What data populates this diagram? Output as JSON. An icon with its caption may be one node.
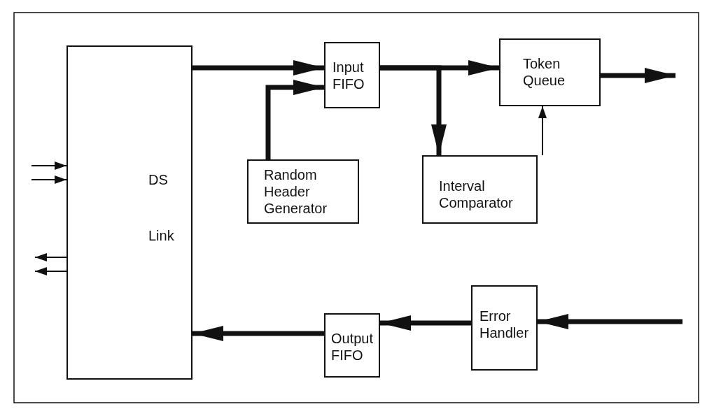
{
  "diagram": {
    "nodes": [
      {
        "text": [
          "DS Link"
        ]
      },
      {
        "text": [
          "Input FIFO"
        ]
      },
      {
        "text": [
          "Token Queue"
        ]
      },
      {
        "text": [
          "Random Header Generator"
        ]
      },
      {
        "text": [
          "Interval Comparator"
        ]
      },
      {
        "text": [
          "Output FIFO"
        ]
      },
      {
        "text": [
          "Error Handler"
        ]
      }
    ],
    "edges": [
      {
        "from": 0,
        "to": 1,
        "arrow": "to"
      },
      {
        "from": 3,
        "to": 1,
        "arrow": "to"
      },
      {
        "from": 1,
        "to": 2,
        "arrow": "to"
      },
      {
        "from": 1,
        "to": 4,
        "arrow": "to"
      },
      {
        "from": 4,
        "to": 2,
        "arrow": "to"
      },
      {
        "from": 2,
        "to": null,
        "arrow": "to"
      },
      {
        "from": null,
        "to": 0,
        "arrow": "to"
      },
      {
        "from": null,
        "to": 0,
        "arrow": "to"
      },
      {
        "from": 0,
        "to": null,
        "arrow": "to"
      },
      {
        "from": 0,
        "to": null,
        "arrow": "to"
      },
      {
        "from": null,
        "to": 6,
        "arrow": "to"
      },
      {
        "from": 6,
        "to": 5,
        "arrow": "to"
      },
      {
        "from": 5,
        "to": 0,
        "arrow": "to"
      }
    ]
  }
}
